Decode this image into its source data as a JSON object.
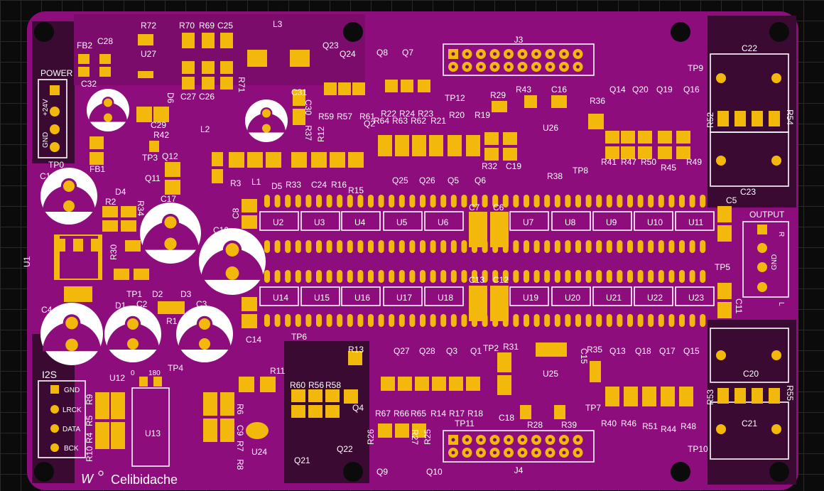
{
  "board": {
    "brand": "Celibidache",
    "colors": {
      "board": "#8d0d7c",
      "copper": "#f2b90c",
      "silk": "#ffffff",
      "dark_pour": "#3a0a32",
      "background": "#0b0b0b"
    }
  },
  "connectors": {
    "power": {
      "title": "POWER",
      "pins": [
        "+24V",
        "GND"
      ]
    },
    "output": {
      "title": "OUTPUT",
      "pins": [
        "R",
        "GND",
        "L"
      ]
    },
    "i2s": {
      "title": "I2S",
      "pins": [
        "GND",
        "LRCK",
        "DATA",
        "BCK"
      ]
    },
    "j3": "J3",
    "j4": "J4"
  },
  "ics_top": [
    "U2",
    "U3",
    "U4",
    "U5",
    "U6",
    "U7",
    "U8",
    "U9",
    "U10",
    "U11"
  ],
  "ics_bottom": [
    "U14",
    "U15",
    "U16",
    "U17",
    "U18",
    "U19",
    "U20",
    "U21",
    "U22",
    "U23"
  ],
  "refdes": {
    "FB2": "FB2",
    "C28": "C28",
    "R72": "R72",
    "R70": "R70",
    "R69": "R69",
    "C25": "C25",
    "L3": "L3",
    "U27": "U27",
    "C32": "C32",
    "D6": "D6",
    "C27": "C27",
    "C26": "C26",
    "R71": "R71",
    "C31": "C31",
    "C30": "C30",
    "R37": "R37",
    "C29": "C29",
    "R42": "R42",
    "L2": "L2",
    "TP0": "TP0",
    "FB1": "FB1",
    "TP3": "TP3",
    "Q12": "Q12",
    "C1": "C1",
    "D4": "D4",
    "Q11": "Q11",
    "C17": "C17",
    "R3": "R3",
    "L1": "L1",
    "D5": "D5",
    "R33": "R33",
    "C24": "C24",
    "R16": "R16",
    "R15": "R15",
    "R12": "R12",
    "R2": "R2",
    "R34": "R34",
    "R30": "R30",
    "U1": "U1",
    "C8": "C8",
    "C10": "C10",
    "TP1": "TP1",
    "D2": "D2",
    "D3": "D3",
    "D1": "D1",
    "C2": "C2",
    "C3": "C3",
    "C4": "C4",
    "R1": "R1",
    "C14": "C14",
    "Q23": "Q23",
    "Q24": "Q24",
    "Q8": "Q8",
    "Q7": "Q7",
    "TP12": "TP12",
    "R59": "R59",
    "R57": "R57",
    "R61": "R61",
    "R22": "R22",
    "R24": "R24",
    "R23": "R23",
    "Q2": "Q2",
    "R64": "R64",
    "R63": "R63",
    "R62": "R62",
    "R21": "R21",
    "R20": "R20",
    "R19": "R19",
    "R29": "R29",
    "R43": "R43",
    "C16": "C16",
    "R36": "R36",
    "Q14": "Q14",
    "Q20": "Q20",
    "Q19": "Q19",
    "Q16": "Q16",
    "C22": "C22",
    "TP9": "TP9",
    "R52": "R52",
    "R54": "R54",
    "U26": "U26",
    "Q25": "Q25",
    "Q26": "Q26",
    "Q5": "Q5",
    "Q6": "Q6",
    "R32": "R32",
    "C19": "C19",
    "R38": "R38",
    "TP8": "TP8",
    "R41": "R41",
    "R47": "R47",
    "R50": "R50",
    "R45": "R45",
    "R49": "R49",
    "C23": "C23",
    "C5": "C5",
    "C7": "C7",
    "C6": "C6",
    "C13": "C13",
    "C12": "C12",
    "TP5": "TP5",
    "C11": "C11",
    "TP6": "TP6",
    "R13": "R13",
    "Q27": "Q27",
    "Q28": "Q28",
    "Q3": "Q3",
    "Q1": "Q1",
    "TP2": "TP2",
    "R31": "R31",
    "C15": "C15",
    "R35": "R35",
    "Q13": "Q13",
    "Q18": "Q18",
    "Q17": "Q17",
    "Q15": "Q15",
    "C20": "C20",
    "R53": "R53",
    "R55": "R55",
    "U25": "U25",
    "C18": "C18",
    "R60": "R60",
    "R56": "R56",
    "R58": "R58",
    "Q4": "Q4",
    "R67": "R67",
    "R66": "R66",
    "R65": "R65",
    "R14": "R14",
    "R17": "R17",
    "R18": "R18",
    "TP7": "TP7",
    "R40": "R40",
    "R46": "R46",
    "R51": "R51",
    "R44": "R44",
    "R48": "R48",
    "C21": "C21",
    "TP10": "TP10",
    "R28": "R28",
    "R39": "R39",
    "TP11": "TP11",
    "R26": "R26",
    "R27": "R27",
    "R25": "R25",
    "Q21": "Q21",
    "Q22": "Q22",
    "Q9": "Q9",
    "Q10": "Q10",
    "U12": "U12",
    "TP4": "TP4",
    "R9": "R9",
    "R5": "R5",
    "R4": "R4",
    "R10": "R10",
    "U13": "U13",
    "R6": "R6",
    "C9": "C9",
    "R7": "R7",
    "R8": "R8",
    "R11": "R11",
    "U24": "U24"
  },
  "tiny_marks": {
    "u12_pin": "0",
    "u12_pin2": "180"
  }
}
